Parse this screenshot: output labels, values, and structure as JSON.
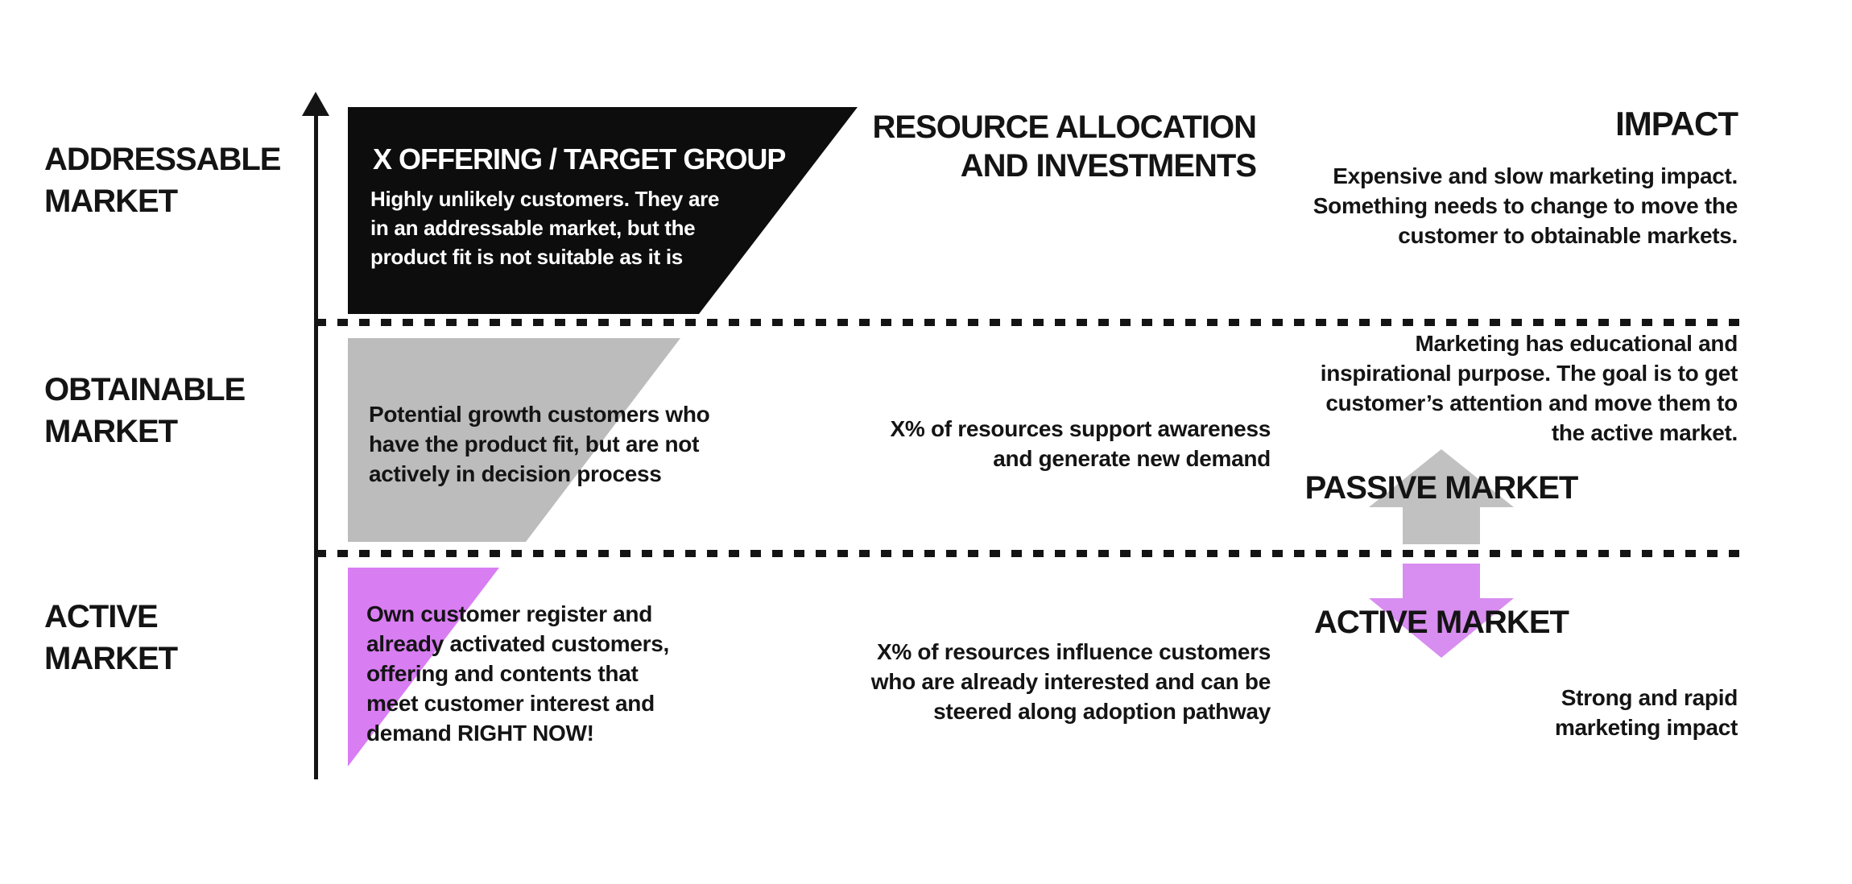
{
  "diagram": {
    "left_labels": {
      "addressable": [
        "ADDRESSABLE",
        "MARKET"
      ],
      "obtainable": [
        "OBTAINABLE",
        "MARKET"
      ],
      "active": [
        "ACTIVE",
        "MARKET"
      ]
    },
    "funnel": {
      "addressable_segment": {
        "title": "X OFFERING / TARGET GROUP",
        "body_lines": [
          "Highly unlikely customers. They are",
          "in an addressable market, but the",
          "product fit is not suitable as it is"
        ]
      },
      "obtainable_segment": {
        "body_lines": [
          "Potential growth customers who",
          "have the product fit, but are not",
          "actively in decision process"
        ]
      },
      "active_segment": {
        "body_lines": [
          "Own customer register and",
          "already activated customers,",
          "offering and contents that",
          "meet customer interest and",
          "demand RIGHT NOW!"
        ]
      }
    },
    "resource_column": {
      "heading_lines": [
        "RESOURCE ALLOCATION",
        "AND INVESTMENTS"
      ],
      "obtainable_lines": [
        "X% of resources support awareness",
        "and generate new demand"
      ],
      "active_lines": [
        "X% of resources influence customers",
        "who are already interested and can be",
        "steered along adoption pathway"
      ]
    },
    "impact_column": {
      "heading": "IMPACT",
      "addressable_lines": [
        "Expensive and slow marketing impact.",
        "Something needs to change to move the",
        "customer to obtainable markets."
      ],
      "obtainable_lines": [
        "Marketing has educational and",
        "inspirational purpose. The goal is to get",
        "customer’s attention and move them to",
        "the active market."
      ],
      "passive_market_label": "PASSIVE MARKET",
      "active_market_label": "ACTIVE MARKET",
      "active_impact_lines": [
        "Strong and rapid",
        "marketing impact"
      ]
    },
    "colors": {
      "segment_black": "#0d0d0d",
      "segment_gray": "#bcbcbc",
      "segment_pink": "#d97df3",
      "arrow_gray": "#c1c1c1",
      "arrow_pink": "#d88df0",
      "text": "#141414"
    }
  }
}
